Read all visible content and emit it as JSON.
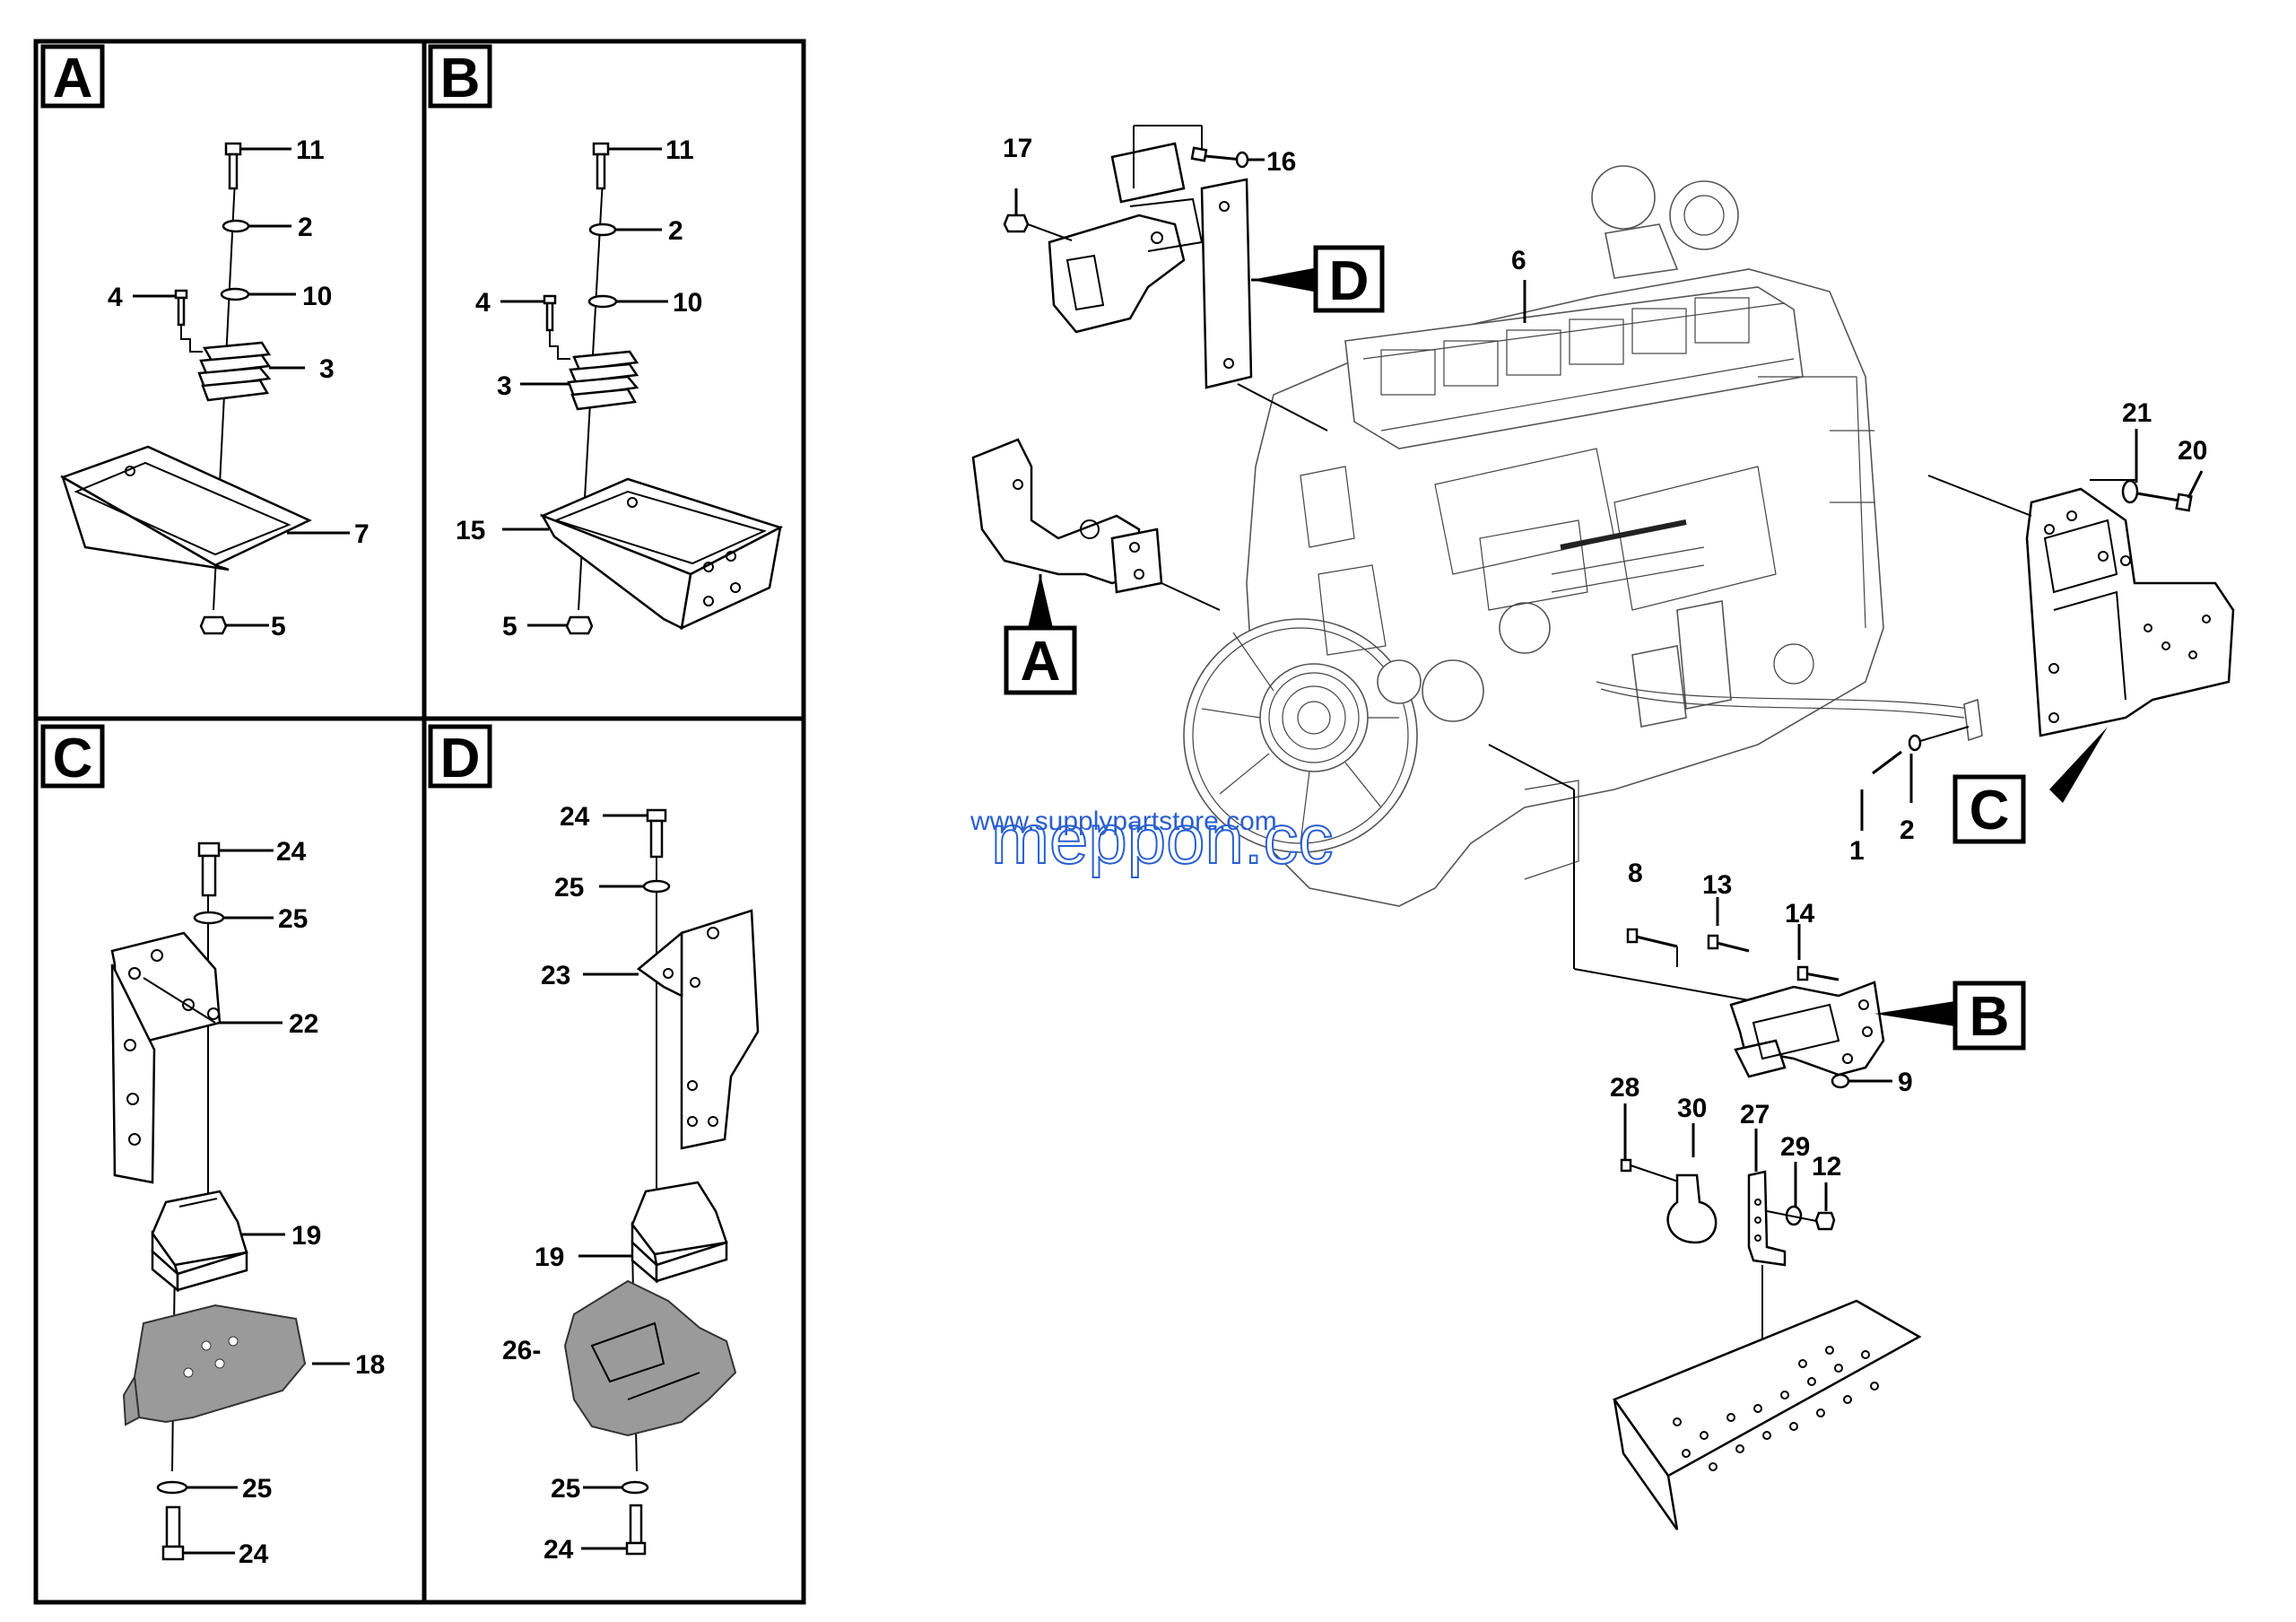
{
  "panels": [
    {
      "id": "A",
      "label": "A",
      "callouts": [
        "11",
        "2",
        "10",
        "4",
        "3",
        "7",
        "5"
      ]
    },
    {
      "id": "B",
      "label": "B",
      "callouts": [
        "11",
        "2",
        "4",
        "10",
        "3",
        "15",
        "5"
      ]
    },
    {
      "id": "C",
      "label": "C",
      "callouts": [
        "24",
        "25",
        "22",
        "19",
        "18",
        "25",
        "24"
      ]
    },
    {
      "id": "D",
      "label": "D",
      "callouts": [
        "24",
        "25",
        "23",
        "19",
        "26-",
        "25",
        "24"
      ]
    }
  ],
  "main": {
    "view_labels": [
      "D",
      "A",
      "C",
      "B"
    ],
    "callouts": [
      "17",
      "16",
      "6",
      "21",
      "20",
      "1",
      "2",
      "8",
      "13",
      "14",
      "9",
      "28",
      "30",
      "27",
      "29",
      "12"
    ]
  },
  "watermark": {
    "url": "www.supplypartstore.com",
    "brand": "meppon.cc"
  },
  "colors": {
    "watermark_blue": "#2a5fd0",
    "line": "#000000",
    "part_fill_gray": "#9a9a9a"
  }
}
